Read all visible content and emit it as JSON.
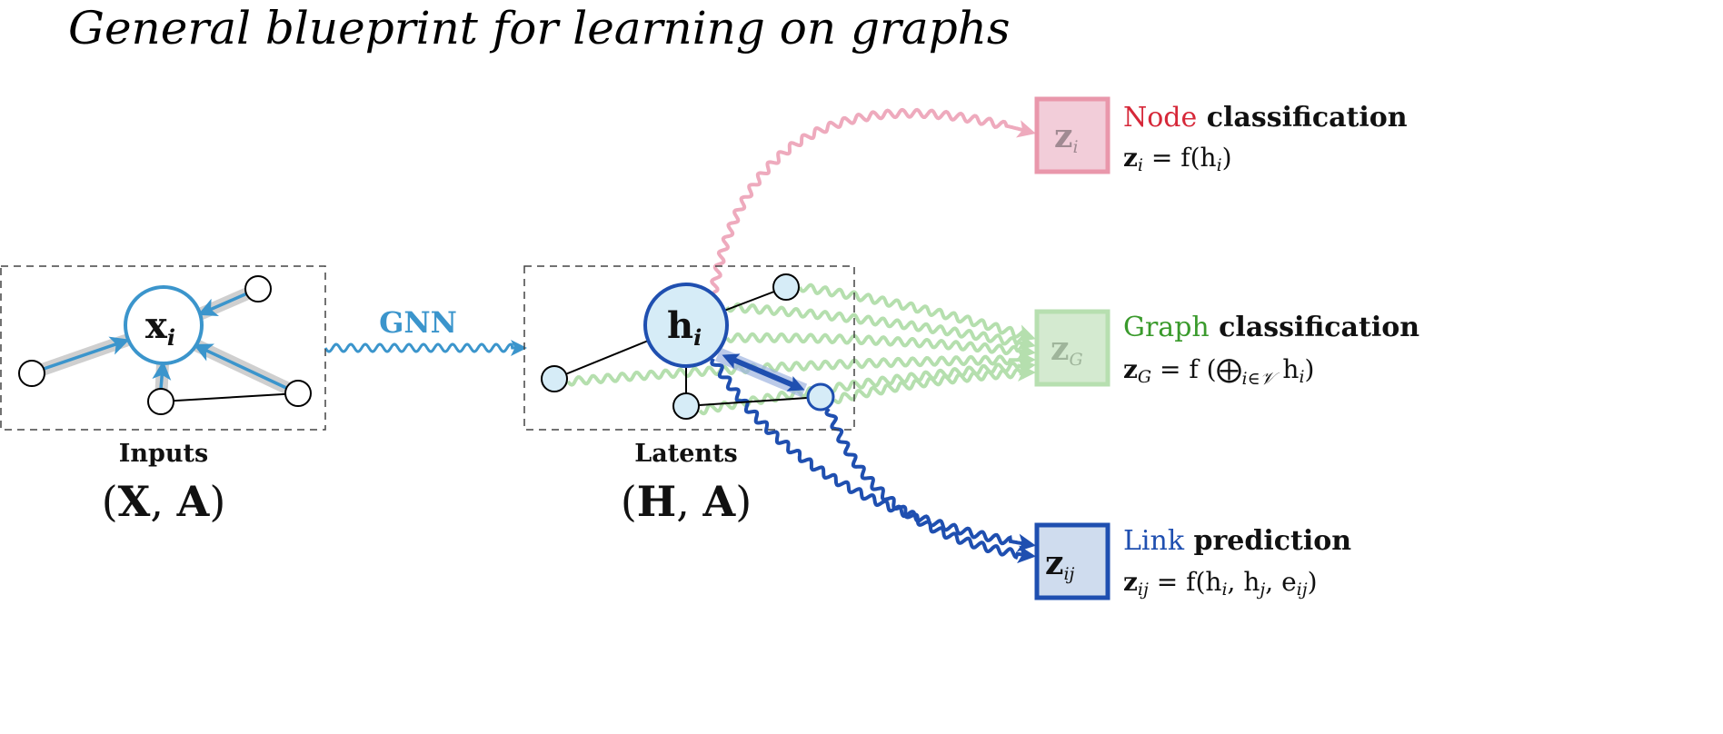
{
  "title": "General blueprint for learning on graphs",
  "inputs": {
    "label": "Inputs",
    "tuple_open": "(",
    "X": "X",
    "comma": ", ",
    "A": "A",
    "tuple_close": ")",
    "node_main": "x",
    "node_sub": "i"
  },
  "gnn_label": "GNN",
  "latents": {
    "label": "Latents",
    "tuple_open": "(",
    "H": "H",
    "comma": ", ",
    "A": "A",
    "tuple_close": ")",
    "node_main": "h",
    "node_sub": "i"
  },
  "tasks": {
    "node": {
      "box_main": "z",
      "box_sub": "i",
      "colored": "Node",
      "rest": " classification",
      "eq_lhs": "z",
      "eq_lhs_sub": "i",
      "eq_rhs": " = f(h",
      "eq_rhs_sub": "i",
      "eq_close": ")",
      "color": "#d62839"
    },
    "graph": {
      "box_main": "z",
      "box_sub": "G",
      "colored": "Graph",
      "rest": " classification",
      "eq_lhs": "z",
      "eq_lhs_sub": "G",
      "eq_rhs": " = f (⨁",
      "eq_rhs_sub": "i∈𝒱",
      "eq_close": " h",
      "eq_close_sub": "i",
      "eq_end": ")",
      "color": "#3a9a2c"
    },
    "link": {
      "box_main": "z",
      "box_sub": "ij",
      "colored": "Link",
      "rest": " prediction",
      "eq_lhs": "z",
      "eq_lhs_sub": "ij",
      "eq_rhs": " = f(h",
      "eq_rhs_sub": "i",
      "eq_mid": ", h",
      "eq_mid_sub": "j",
      "eq_mid2": ", e",
      "eq_mid2_sub": "ij",
      "eq_close": ")",
      "color": "#1f4fb0"
    }
  },
  "colors": {
    "input_blue": "#3b95cc",
    "latent_blue": "#1f4fb0",
    "node_fill": "#d6ecf7",
    "pink": "#eeaabd",
    "green": "#b5dfae",
    "link_blue": "#1f4fb0"
  }
}
